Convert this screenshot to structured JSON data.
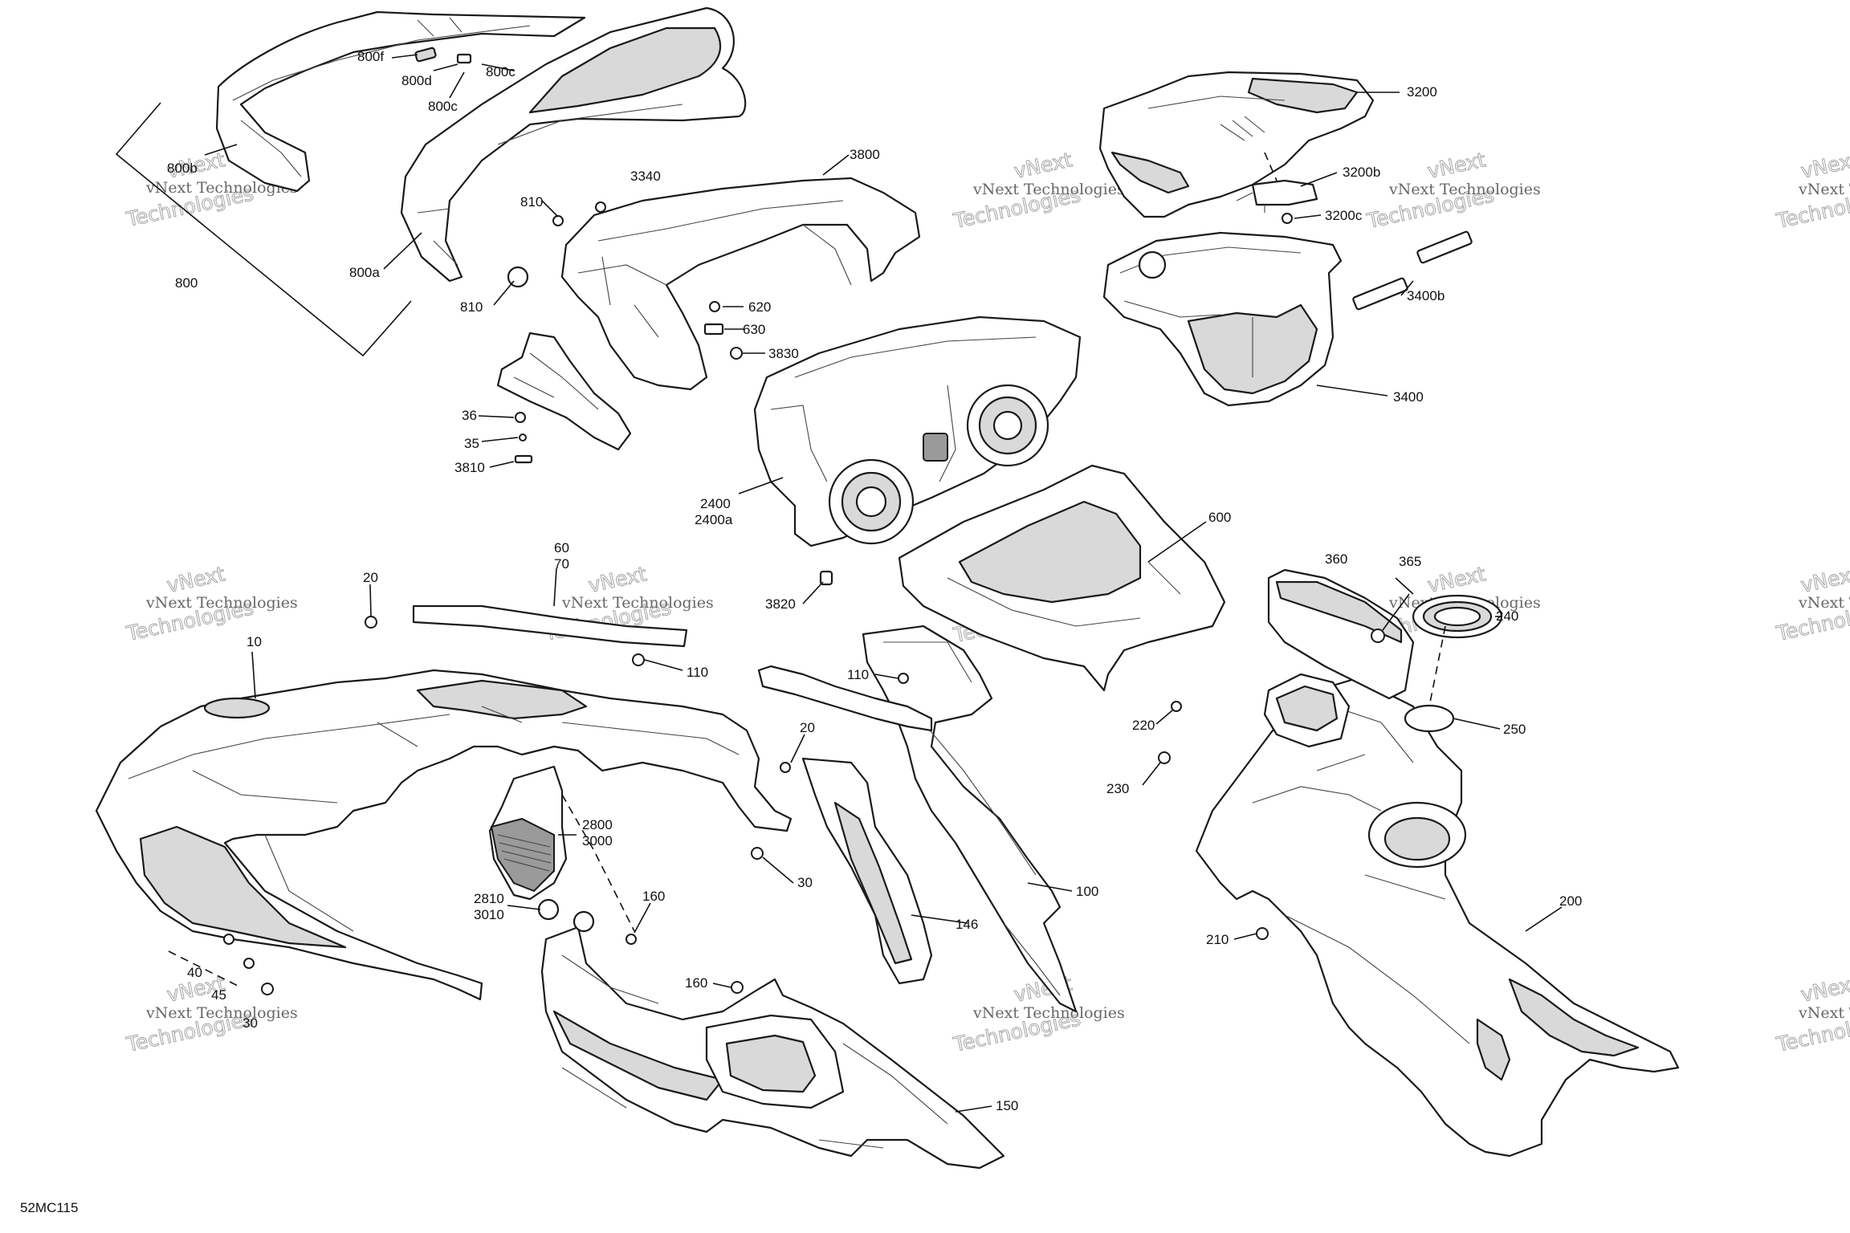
{
  "drawing_id": "52MC115",
  "watermark": {
    "line1": "vNext Technologies",
    "line2": "vNext",
    "line3": "Technologies"
  },
  "callouts": {
    "c800f": "800f",
    "c800d": "800d",
    "c800c_top": "800c",
    "c800c_bottom": "800c",
    "c800b": "800b",
    "c800": "800",
    "c800a": "800a",
    "c3340": "3340",
    "c3800": "3800",
    "c810_top": "810",
    "c810_bottom": "810",
    "c620": "620",
    "c630": "630",
    "c3830": "3830",
    "c36": "36",
    "c35": "35",
    "c3810": "3810",
    "c2400": "2400",
    "c2400a": "2400a",
    "c3820": "3820",
    "c3200": "3200",
    "c3200b": "3200b",
    "c3200c": "3200c",
    "c3400b": "3400b",
    "c3400": "3400",
    "c600": "600",
    "c60": "60",
    "c70": "70",
    "c20_left": "20",
    "c10": "10",
    "c110_left": "110",
    "c110_mid": "110",
    "c20_right": "20",
    "c2800": "2800",
    "c3000": "3000",
    "c2810": "2810",
    "c3010": "3010",
    "c30_right": "30",
    "c160_top": "160",
    "c160_bottom": "160",
    "c40": "40",
    "c45": "45",
    "c30_left": "30",
    "c146": "146",
    "c100": "100",
    "c150": "150",
    "c360": "360",
    "c365": "365",
    "c240": "240",
    "c250": "250",
    "c220": "220",
    "c230": "230",
    "c210": "210",
    "c200": "200"
  }
}
